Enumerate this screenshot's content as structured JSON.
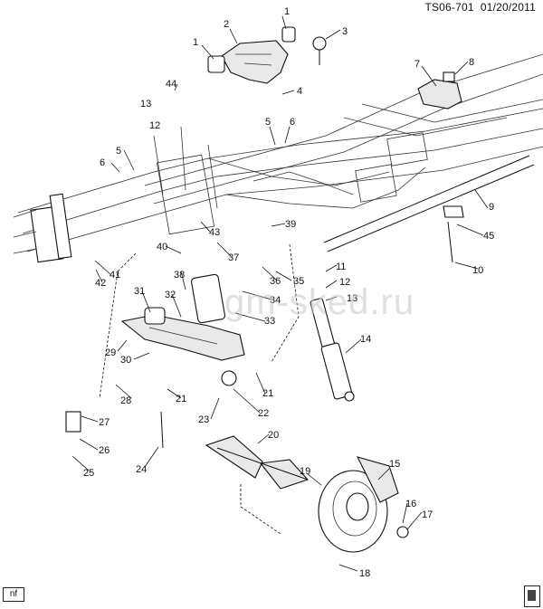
{
  "header": {
    "code": "TS06-701",
    "date": "01/20/2011"
  },
  "watermark": "gm-sked.ru",
  "footer": {
    "left_badge": "nf",
    "right_logo": "gm-logo-icon"
  },
  "callouts": [
    {
      "id": "c1a",
      "label": "1"
    },
    {
      "id": "c1b",
      "label": "1"
    },
    {
      "id": "c2",
      "label": "2"
    },
    {
      "id": "c3",
      "label": "3"
    },
    {
      "id": "c4",
      "label": "4"
    },
    {
      "id": "c5a",
      "label": "5"
    },
    {
      "id": "c5b",
      "label": "5"
    },
    {
      "id": "c6a",
      "label": "6"
    },
    {
      "id": "c6b",
      "label": "6"
    },
    {
      "id": "c7",
      "label": "7"
    },
    {
      "id": "c8",
      "label": "8"
    },
    {
      "id": "c9",
      "label": "9"
    },
    {
      "id": "c10",
      "label": "10"
    },
    {
      "id": "c11",
      "label": "11"
    },
    {
      "id": "c12a",
      "label": "12"
    },
    {
      "id": "c12b",
      "label": "12"
    },
    {
      "id": "c13a",
      "label": "13"
    },
    {
      "id": "c13b",
      "label": "13"
    },
    {
      "id": "c14",
      "label": "14"
    },
    {
      "id": "c15",
      "label": "15"
    },
    {
      "id": "c16",
      "label": "16"
    },
    {
      "id": "c17",
      "label": "17"
    },
    {
      "id": "c18",
      "label": "18"
    },
    {
      "id": "c19",
      "label": "19"
    },
    {
      "id": "c20",
      "label": "20"
    },
    {
      "id": "c21a",
      "label": "21"
    },
    {
      "id": "c21b",
      "label": "21"
    },
    {
      "id": "c22",
      "label": "22"
    },
    {
      "id": "c23",
      "label": "23"
    },
    {
      "id": "c24",
      "label": "24"
    },
    {
      "id": "c25",
      "label": "25"
    },
    {
      "id": "c26",
      "label": "26"
    },
    {
      "id": "c27",
      "label": "27"
    },
    {
      "id": "c28",
      "label": "28"
    },
    {
      "id": "c29",
      "label": "29"
    },
    {
      "id": "c30",
      "label": "30"
    },
    {
      "id": "c31",
      "label": "31"
    },
    {
      "id": "c32",
      "label": "32"
    },
    {
      "id": "c33",
      "label": "33"
    },
    {
      "id": "c34",
      "label": "34"
    },
    {
      "id": "c35",
      "label": "35"
    },
    {
      "id": "c36",
      "label": "36"
    },
    {
      "id": "c37",
      "label": "37"
    },
    {
      "id": "c38",
      "label": "38"
    },
    {
      "id": "c39",
      "label": "39"
    },
    {
      "id": "c40",
      "label": "40"
    },
    {
      "id": "c41",
      "label": "41"
    },
    {
      "id": "c42",
      "label": "42"
    },
    {
      "id": "c43",
      "label": "43"
    },
    {
      "id": "c44",
      "label": "44"
    },
    {
      "id": "c45",
      "label": "45"
    }
  ]
}
